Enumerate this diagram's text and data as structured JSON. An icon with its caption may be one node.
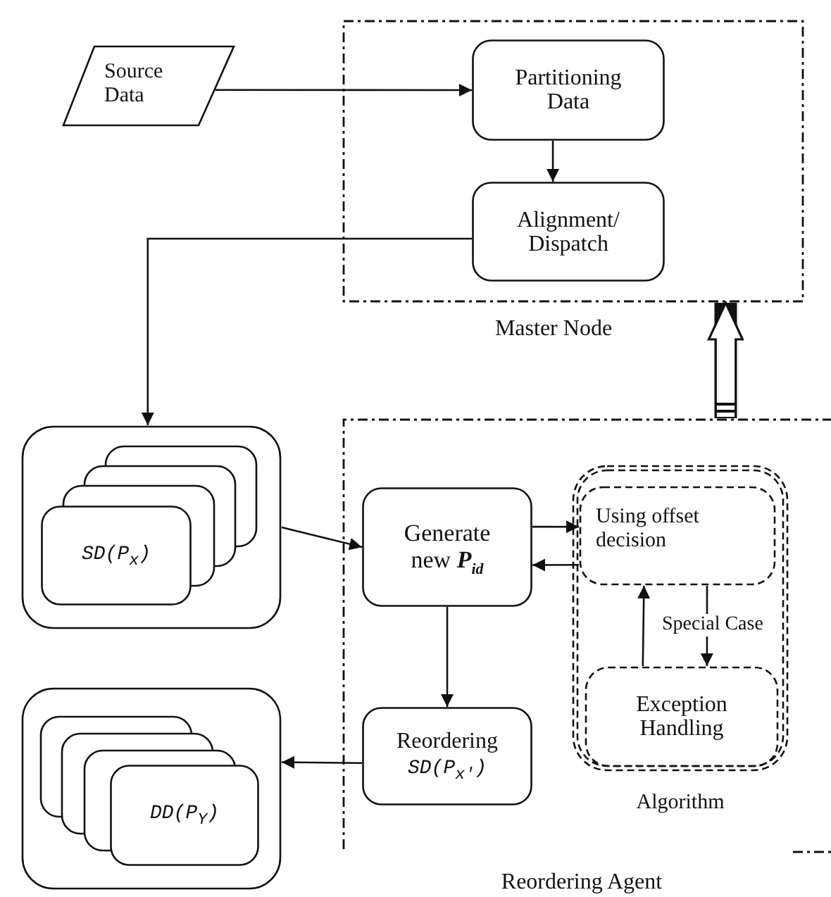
{
  "diagram": {
    "nodes": [
      {
        "text": [
          "Master Node"
        ]
      },
      {
        "text": [
          "Source Data"
        ]
      },
      {
        "text": [
          "Partitioning Data"
        ],
        "in": 0
      },
      {
        "text": [
          "Alignment/ Dispatch"
        ],
        "in": 0
      },
      {
        "text": [
          "Reordering Agent"
        ]
      },
      {
        "text": [],
        "shape": "box"
      },
      {
        "text": [
          "SD(P$_{x}$)"
        ],
        "in": 5
      },
      {
        "text": [
          "Generate new **P**$_{id}$"
        ],
        "in": 4
      },
      {
        "text": [],
        "shape": "box",
        "beside": [
          "Algorithm"
        ],
        "in": 4
      },
      {
        "text": [
          "Using offset decision"
        ],
        "in": 8
      },
      {
        "text": [
          "Exception Handling"
        ],
        "in": 8
      },
      {
        "text": [
          "Reordering",
          "SD(P$_{x'}$)"
        ],
        "in": 4
      },
      {
        "text": [],
        "shape": "box"
      },
      {
        "text": [
          "DD(P$_{Y}$)"
        ],
        "in": 12
      }
    ],
    "edges": [
      {
        "from": 1,
        "to": 2,
        "arrow": "to"
      },
      {
        "from": 2,
        "to": 3,
        "arrow": "to"
      },
      {
        "from": 3,
        "to": 5,
        "arrow": "to"
      },
      {
        "from": 4,
        "to": 0,
        "arrow": "to",
        "style": "thick"
      },
      {
        "from": 5,
        "to": 7,
        "arrow": "to"
      },
      {
        "from": 7,
        "to": 9,
        "arrow": "to"
      },
      {
        "from": 9,
        "to": 7,
        "arrow": "to"
      },
      {
        "from": 9,
        "to": 10,
        "arrow": "to",
        "label": "Special Case"
      },
      {
        "from": 10,
        "to": 9,
        "arrow": "to"
      },
      {
        "from": 7,
        "to": 11,
        "arrow": "to"
      },
      {
        "from": 11,
        "to": 12,
        "arrow": "to"
      }
    ]
  }
}
